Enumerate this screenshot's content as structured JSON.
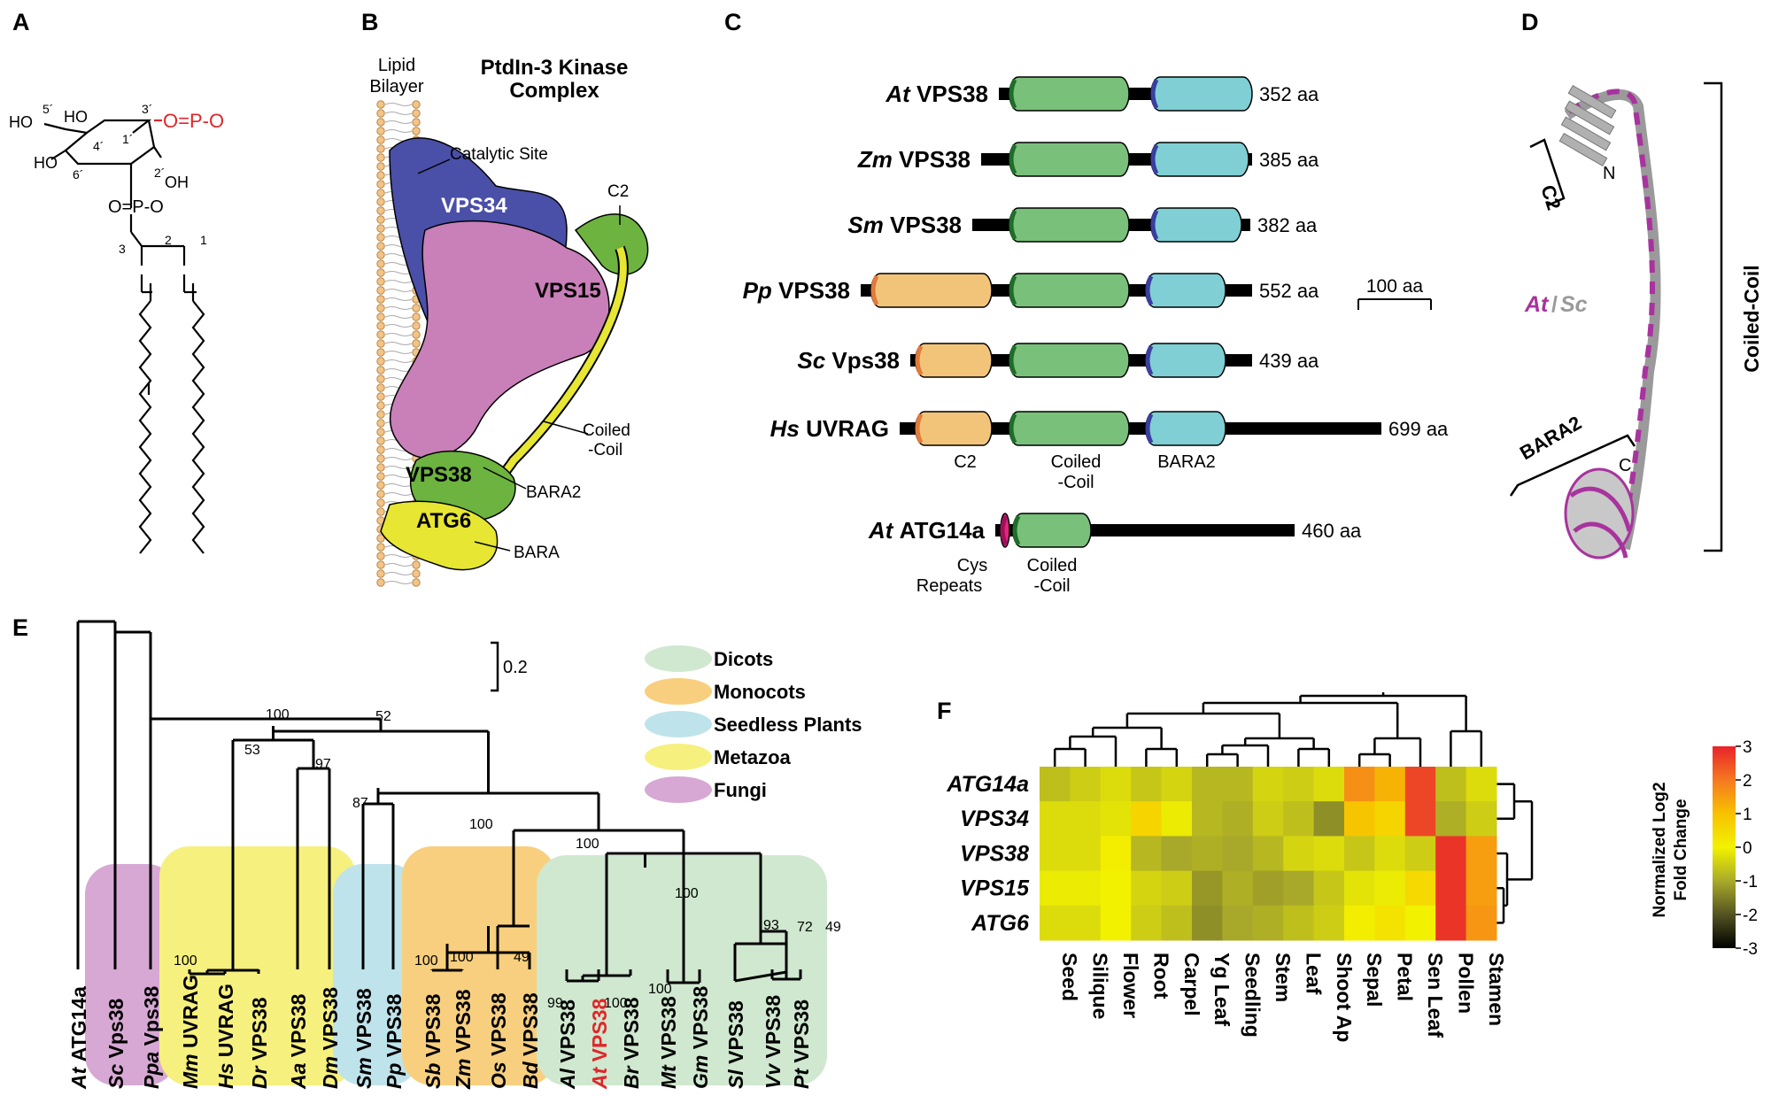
{
  "panels": {
    "A": "A",
    "B": "B",
    "C": "C",
    "D": "D",
    "E": "E",
    "F": "F"
  },
  "panelA": {
    "ring_labels": [
      "HO",
      "5´",
      "HO",
      "3´",
      "4´",
      "1´",
      "HO",
      "6´",
      "2´",
      "OH",
      "3",
      "2",
      "1"
    ],
    "phosphate_red": "O=P-O",
    "phosphate_black": "O=P-O",
    "colors": {
      "phosphate": "#e0262a"
    }
  },
  "panelB": {
    "lipid_label_1": "Lipid",
    "lipid_label_2": "Bilayer",
    "title_1": "PtdIn-3 Kinase",
    "title_2": "Complex",
    "catalytic": "Catalytic Site",
    "vps34": "VPS34",
    "vps15": "VPS15",
    "c2": "C2",
    "coiled_1": "Coiled",
    "coiled_2": "-Coil",
    "vps38": "VPS38",
    "bara2": "BARA2",
    "atg6": "ATG6",
    "bara": "BARA",
    "colors": {
      "vps34": "#4a4fa8",
      "vps15": "#c97fb8",
      "vps38": "#6db33f",
      "atg6": "#e6e633",
      "lipid": "#f2c487"
    }
  },
  "panelC": {
    "proteins": [
      {
        "sp": "At",
        "name": "VPS38",
        "len": "352 aa"
      },
      {
        "sp": "Zm",
        "name": "VPS38",
        "len": "385 aa"
      },
      {
        "sp": "Sm",
        "name": "VPS38",
        "len": "382 aa"
      },
      {
        "sp": "Pp",
        "name": "VPS38",
        "len": "552 aa"
      },
      {
        "sp": "Sc",
        "name": "Vps38",
        "len": "439 aa"
      },
      {
        "sp": "Hs",
        "name": "UVRAG",
        "len": "699 aa"
      },
      {
        "sp": "At",
        "name": "ATG14a",
        "len": "460 aa"
      }
    ],
    "scale": "100 aa",
    "domain_c2": "C2",
    "domain_cc_1": "Coiled",
    "domain_cc_2": "-Coil",
    "domain_bara2": "BARA2",
    "cys_1": "Cys",
    "cys_2": "Repeats",
    "cc2_1": "Coiled",
    "cc2_2": "-Coil",
    "colors": {
      "c2": "#f2c47a",
      "cc": "#79c07a",
      "bara2": "#7fcfd4",
      "cys": "#e0267a"
    }
  },
  "panelD": {
    "c2": "C2",
    "n": "N",
    "c": "C",
    "bara2": "BARA2",
    "coiled": "Coiled-Coil",
    "at": "At",
    "slash": "/",
    "sc": "Sc",
    "colors": {
      "at": "#a8339e",
      "sc": "#9a9a9a"
    }
  },
  "panelE": {
    "scale": "0.2",
    "legend": [
      {
        "label": "Dicots",
        "color": "#cfe8cf"
      },
      {
        "label": "Monocots",
        "color": "#f8cf7e"
      },
      {
        "label": "Seedless Plants",
        "color": "#bfe3ea"
      },
      {
        "label": "Metazoa",
        "color": "#f6f07e"
      },
      {
        "label": "Fungi",
        "color": "#d7a8d3"
      }
    ],
    "bootstrap": [
      "100",
      "52",
      "53",
      "97",
      "87",
      "100",
      "100",
      "100",
      "93",
      "72",
      "49",
      "100",
      "49",
      "100",
      "100",
      "100",
      "99",
      "100"
    ],
    "taxa": [
      {
        "sp": "At",
        "name": "ATG14a"
      },
      {
        "sp": "Sc",
        "name": "Vps38"
      },
      {
        "sp": "Ppa",
        "name": "Vps38"
      },
      {
        "sp": "Mm",
        "name": "UVRAG"
      },
      {
        "sp": "Hs",
        "name": "UVRAG"
      },
      {
        "sp": "Dr",
        "name": "VPS38"
      },
      {
        "sp": "Aa",
        "name": "VPS38"
      },
      {
        "sp": "Dm",
        "name": "VPS38"
      },
      {
        "sp": "Sm",
        "name": "VPS38"
      },
      {
        "sp": "Pp",
        "name": "VPS38"
      },
      {
        "sp": "Sb",
        "name": "VPS38"
      },
      {
        "sp": "Zm",
        "name": "VPS38"
      },
      {
        "sp": "Os",
        "name": "VPS38"
      },
      {
        "sp": "Bd",
        "name": "VPS38"
      },
      {
        "sp": "Al",
        "name": "VPS38"
      },
      {
        "sp": "At",
        "name": "VPS38"
      },
      {
        "sp": "Br",
        "name": "VPS38"
      },
      {
        "sp": "Mt",
        "name": "VPS38"
      },
      {
        "sp": "Gm",
        "name": "VPS38"
      },
      {
        "sp": "Sl",
        "name": "VPS38"
      },
      {
        "sp": "Vv",
        "name": "VPS38"
      },
      {
        "sp": "Pt",
        "name": "VPS38"
      }
    ],
    "highlight_color": "#e0262a"
  },
  "chart_data": {
    "type": "heatmap",
    "rows": [
      "ATG14a",
      "VPS34",
      "VPS38",
      "VPS15",
      "ATG6"
    ],
    "columns": [
      "Seed",
      "Silique",
      "Flower",
      "Root",
      "Carpel",
      "Yg Leaf",
      "Seedling",
      "Stem",
      "Leaf",
      "Shoot Ap",
      "Sepal",
      "Petal",
      "Sen Leaf",
      "Pollen",
      "Stamen"
    ],
    "values": [
      [
        -0.7,
        -0.5,
        -0.3,
        -0.6,
        -0.4,
        -0.8,
        -0.8,
        -0.4,
        -0.5,
        -0.3,
        1.7,
        1.2,
        2.6,
        -0.7,
        -0.3
      ],
      [
        -0.3,
        -0.3,
        -0.2,
        0.6,
        -0.1,
        -0.8,
        -0.9,
        -0.5,
        -0.7,
        -1.3,
        0.9,
        0.6,
        2.6,
        -0.9,
        -0.5
      ],
      [
        -0.3,
        -0.3,
        0.1,
        -0.8,
        -1.0,
        -0.9,
        -1.0,
        -0.8,
        -0.4,
        -0.3,
        -0.6,
        -0.3,
        -0.5,
        2.8,
        1.5
      ],
      [
        -0.1,
        -0.1,
        0.0,
        -0.4,
        -0.5,
        -1.2,
        -0.9,
        -1.1,
        -1.0,
        -0.6,
        -0.2,
        -0.1,
        0.5,
        2.8,
        1.5
      ],
      [
        -0.3,
        -0.3,
        0.0,
        -0.5,
        -0.7,
        -1.3,
        -1.0,
        -0.9,
        -0.7,
        -0.5,
        0.1,
        0.3,
        0.0,
        2.8,
        1.6
      ]
    ],
    "colorbar_label_1": "Normalized Log2",
    "colorbar_label_2": "Fold Change",
    "colorbar_ticks": [
      "3",
      "2",
      "1",
      "0",
      "-1",
      "-2",
      "-3"
    ],
    "vmin": -3,
    "vmax": 3
  }
}
